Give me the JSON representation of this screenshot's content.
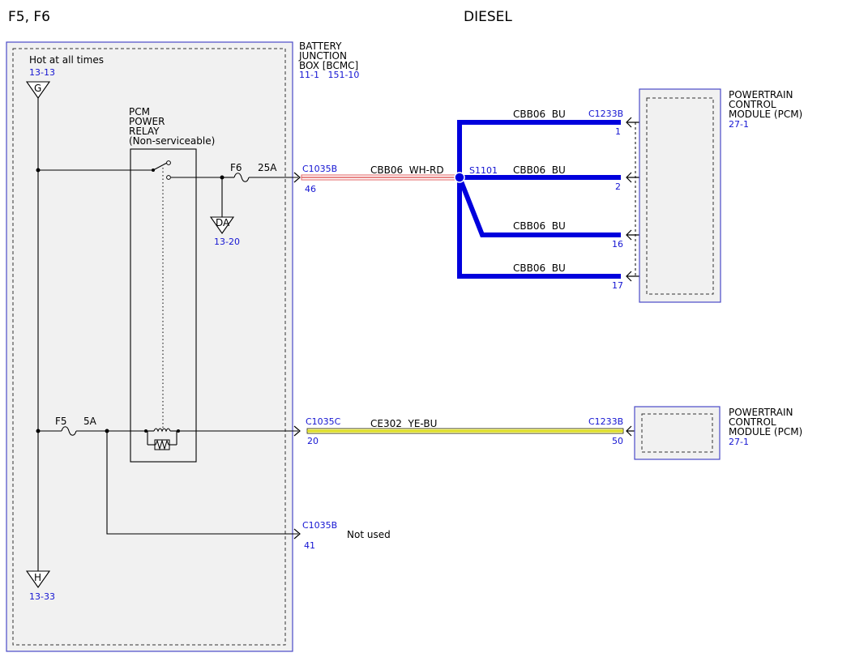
{
  "header": {
    "left": "F5, F6",
    "center": "DIESEL"
  },
  "colors": {
    "ref_blue": "#1414d2",
    "wire_blue": "#0000dd",
    "wire_whrd": "#e06060",
    "wire_yebu": "#d8d800",
    "module_fill": "#f1f1f1",
    "module_border": "#4a4ac8"
  },
  "bjb": {
    "label_lines": [
      "BATTERY",
      "JUNCTION",
      "BOX [BCMC]"
    ],
    "ref": "11-1   151-10",
    "hot_label": "Hot at all times",
    "hot_ref": "13-13",
    "ground_top": "G",
    "ground_bottom": "H",
    "ground_bottom_ref": "13-33"
  },
  "relay": {
    "label_lines": [
      "PCM",
      "POWER",
      "RELAY",
      "(Non-serviceable)"
    ]
  },
  "fuse_f6": {
    "name": "F6",
    "rating": "25A"
  },
  "fuse_f5": {
    "name": "F5",
    "rating": "5A"
  },
  "da": {
    "label": "DA",
    "ref": "13-20"
  },
  "pcm_top": {
    "label_lines": [
      "POWERTRAIN",
      "CONTROL",
      "MODULE (PCM)"
    ],
    "ref": "27-1",
    "connector": "C1233B",
    "pins": [
      "1",
      "2",
      "16",
      "17"
    ]
  },
  "pcm_bottom": {
    "label_lines": [
      "POWERTRAIN",
      "CONTROL",
      "MODULE (PCM)"
    ],
    "ref": "27-1",
    "connector": "C1233B",
    "pin": "50"
  },
  "circuits": {
    "c46": {
      "connector": "C1035B",
      "pin": "46",
      "wire": "CBB06",
      "color": "WH-RD"
    },
    "splice": "S1101",
    "branches": [
      {
        "wire": "CBB06",
        "color": "BU"
      },
      {
        "wire": "CBB06",
        "color": "BU"
      },
      {
        "wire": "CBB06",
        "color": "BU"
      },
      {
        "wire": "CBB06",
        "color": "BU"
      }
    ],
    "c20": {
      "connector": "C1035C",
      "pin": "20",
      "wire": "CE302",
      "color": "YE-BU"
    },
    "c41": {
      "connector": "C1035B",
      "pin": "41",
      "note": "Not used"
    }
  }
}
